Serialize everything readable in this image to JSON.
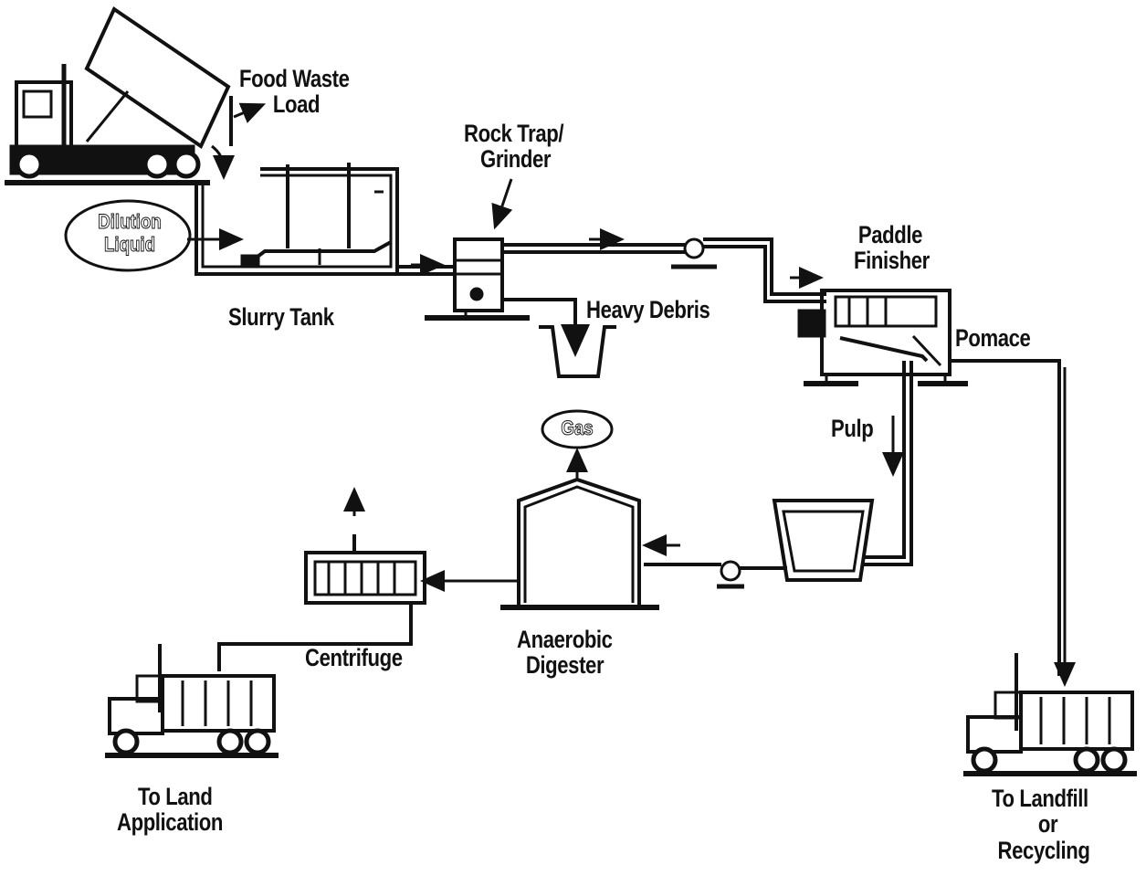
{
  "labels": {
    "food_waste_load": [
      "Food Waste",
      "Load"
    ],
    "dilution_liquid": [
      "Dilution",
      "Liquid"
    ],
    "slurry_tank": "Slurry Tank",
    "rock_trap": [
      "Rock Trap/",
      "Grinder"
    ],
    "heavy_debris": "Heavy Debris",
    "paddle_finisher": [
      "Paddle",
      "Finisher"
    ],
    "pomace": "Pomace",
    "pulp": "Pulp",
    "gas": "Gas",
    "anaerobic_digester": [
      "Anaerobic",
      "Digester"
    ],
    "centrifuge": "Centrifuge",
    "to_land_application": [
      "To Land",
      "Application"
    ],
    "to_landfill": [
      "To Landfill",
      "or",
      "Recycling"
    ]
  },
  "colors": {
    "ink": "#111111",
    "background": "#ffffff"
  }
}
